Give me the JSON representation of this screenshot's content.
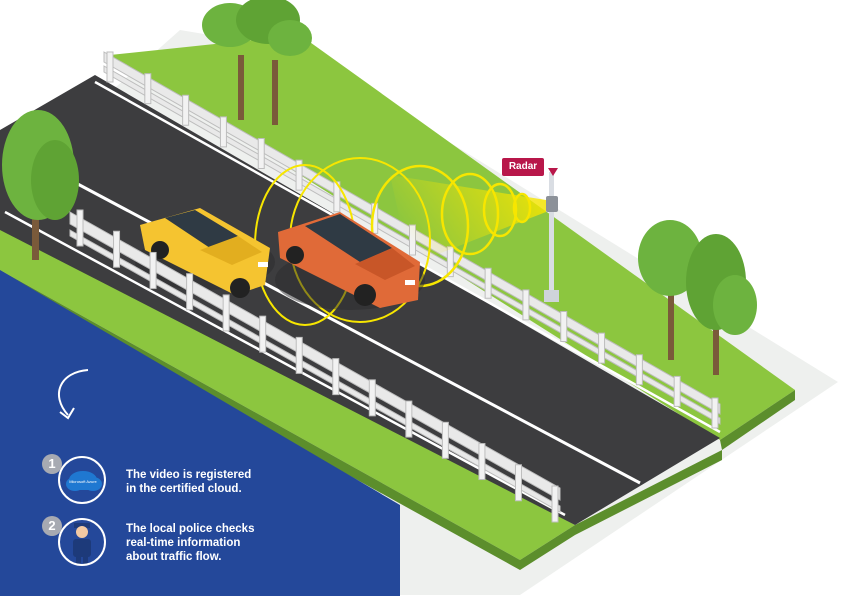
{
  "radar": {
    "label": "Radar"
  },
  "colors": {
    "panel": "#24489a",
    "grass": "#8cc63f",
    "road": "#3d3d3f",
    "radar_tag": "#b8174a",
    "beam": "#f7e600",
    "car_yellow": "#f5c430",
    "car_red": "#e06a38"
  },
  "steps": [
    {
      "number": "1",
      "icon": "cloud-icon",
      "icon_text": "Microsoft Azure",
      "text_lines": [
        "The video is registered",
        "in the certified cloud."
      ]
    },
    {
      "number": "2",
      "icon": "police-officer-icon",
      "text_lines": [
        "The local police checks",
        "real-time information",
        "about traffic flow."
      ]
    }
  ]
}
